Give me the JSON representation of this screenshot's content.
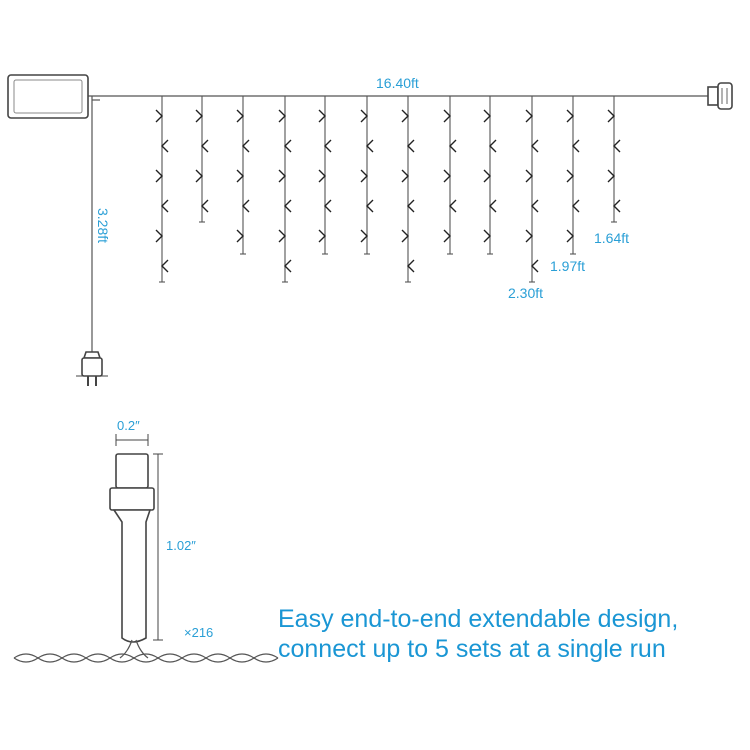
{
  "labels": {
    "main_length": "16.40ft",
    "lead_length": "3.28ft",
    "drop_long": "2.30ft",
    "drop_mid": "1.97ft",
    "drop_short": "1.64ft",
    "bulb_width": "0.2″",
    "bulb_height": "1.02″",
    "bulb_count": "×216"
  },
  "tagline": {
    "line1": "Easy end-to-end extendable design,",
    "line2": "connect up to 5 sets at a single run"
  },
  "colors": {
    "accent": "#2a9fd6",
    "line": "#444444"
  },
  "icons": [
    "power-adapter-icon",
    "plug-icon",
    "end-connector-icon",
    "led-bulb-icon"
  ]
}
